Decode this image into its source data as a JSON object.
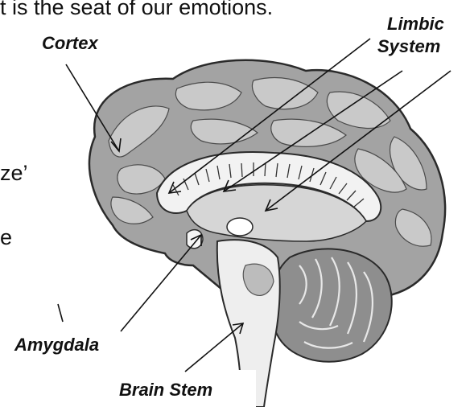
{
  "slide": {
    "top_line": "t is the seat of our emotions.",
    "left_fragment_1": "ze’",
    "left_fragment_2": "e"
  },
  "labels": {
    "cortex": "Cortex",
    "limbic_line1": "Limbic",
    "limbic_line2": "System",
    "amygdala": "Amygdala",
    "brain_stem": "Brain Stem"
  },
  "colors": {
    "cortex_fill": "#a3a3a3",
    "gyri_light": "#c9c9c9",
    "cerebellum": "#8e8e8e",
    "midbrain": "#eeeeee",
    "outline": "#2a2a2a"
  }
}
